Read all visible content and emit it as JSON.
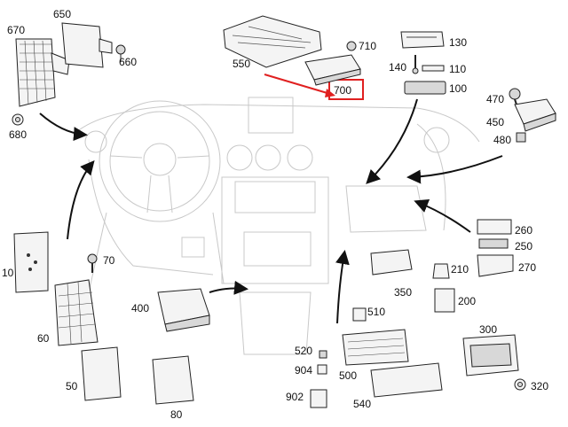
{
  "diagram": {
    "highlight_color": "#e02020",
    "line_color": "#111111",
    "dash_color": "#c8c8c8",
    "parts": [
      {
        "id": "650"
      },
      {
        "id": "670"
      },
      {
        "id": "660"
      },
      {
        "id": "680"
      },
      {
        "id": "550"
      },
      {
        "id": "710"
      },
      {
        "id": "700"
      },
      {
        "id": "130"
      },
      {
        "id": "140"
      },
      {
        "id": "110"
      },
      {
        "id": "100"
      },
      {
        "id": "470"
      },
      {
        "id": "450"
      },
      {
        "id": "480"
      },
      {
        "id": "10"
      },
      {
        "id": "70"
      },
      {
        "id": "60"
      },
      {
        "id": "400"
      },
      {
        "id": "50"
      },
      {
        "id": "80"
      },
      {
        "id": "260"
      },
      {
        "id": "250"
      },
      {
        "id": "270"
      },
      {
        "id": "350"
      },
      {
        "id": "210"
      },
      {
        "id": "200"
      },
      {
        "id": "510"
      },
      {
        "id": "520"
      },
      {
        "id": "904"
      },
      {
        "id": "902"
      },
      {
        "id": "500"
      },
      {
        "id": "540"
      },
      {
        "id": "300"
      },
      {
        "id": "320"
      }
    ]
  }
}
